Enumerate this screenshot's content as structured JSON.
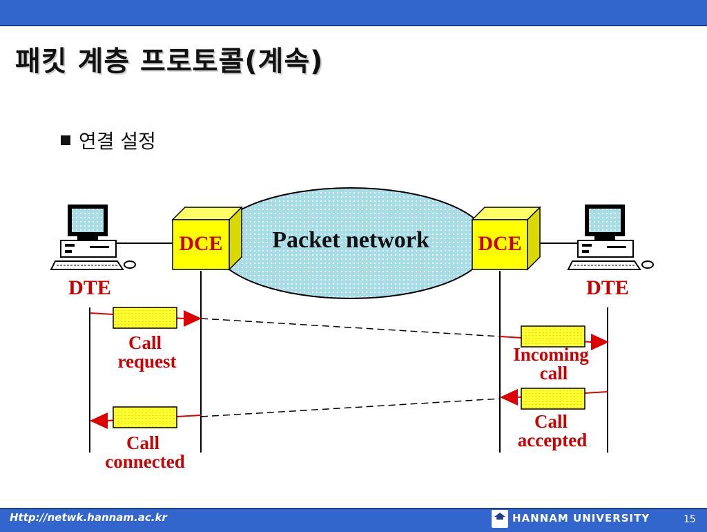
{
  "slide": {
    "title": "패킷 계층 프로토콜(계속)",
    "bullet": "연결 설정",
    "page_number": "15"
  },
  "diagram": {
    "network_label": "Packet network",
    "dce_left": "DCE",
    "dce_right": "DCE",
    "dte_left": "DTE",
    "dte_right": "DTE",
    "messages": {
      "call_request": [
        "Call",
        "request"
      ],
      "incoming_call": [
        "Incoming",
        "call"
      ],
      "call_accepted": [
        "Call",
        "accepted"
      ],
      "call_connected": [
        "Call",
        "connected"
      ]
    },
    "colors": {
      "packet_fill": "#ffff33",
      "arrow": "#dd0000",
      "label_red": "#cc0000",
      "cloud": "#a8dde8",
      "dce_fill": "#ffff00"
    }
  },
  "footer": {
    "url": "Http://netwk.hannam.ac.kr",
    "university": "HANNAM UNIVERSITY"
  }
}
